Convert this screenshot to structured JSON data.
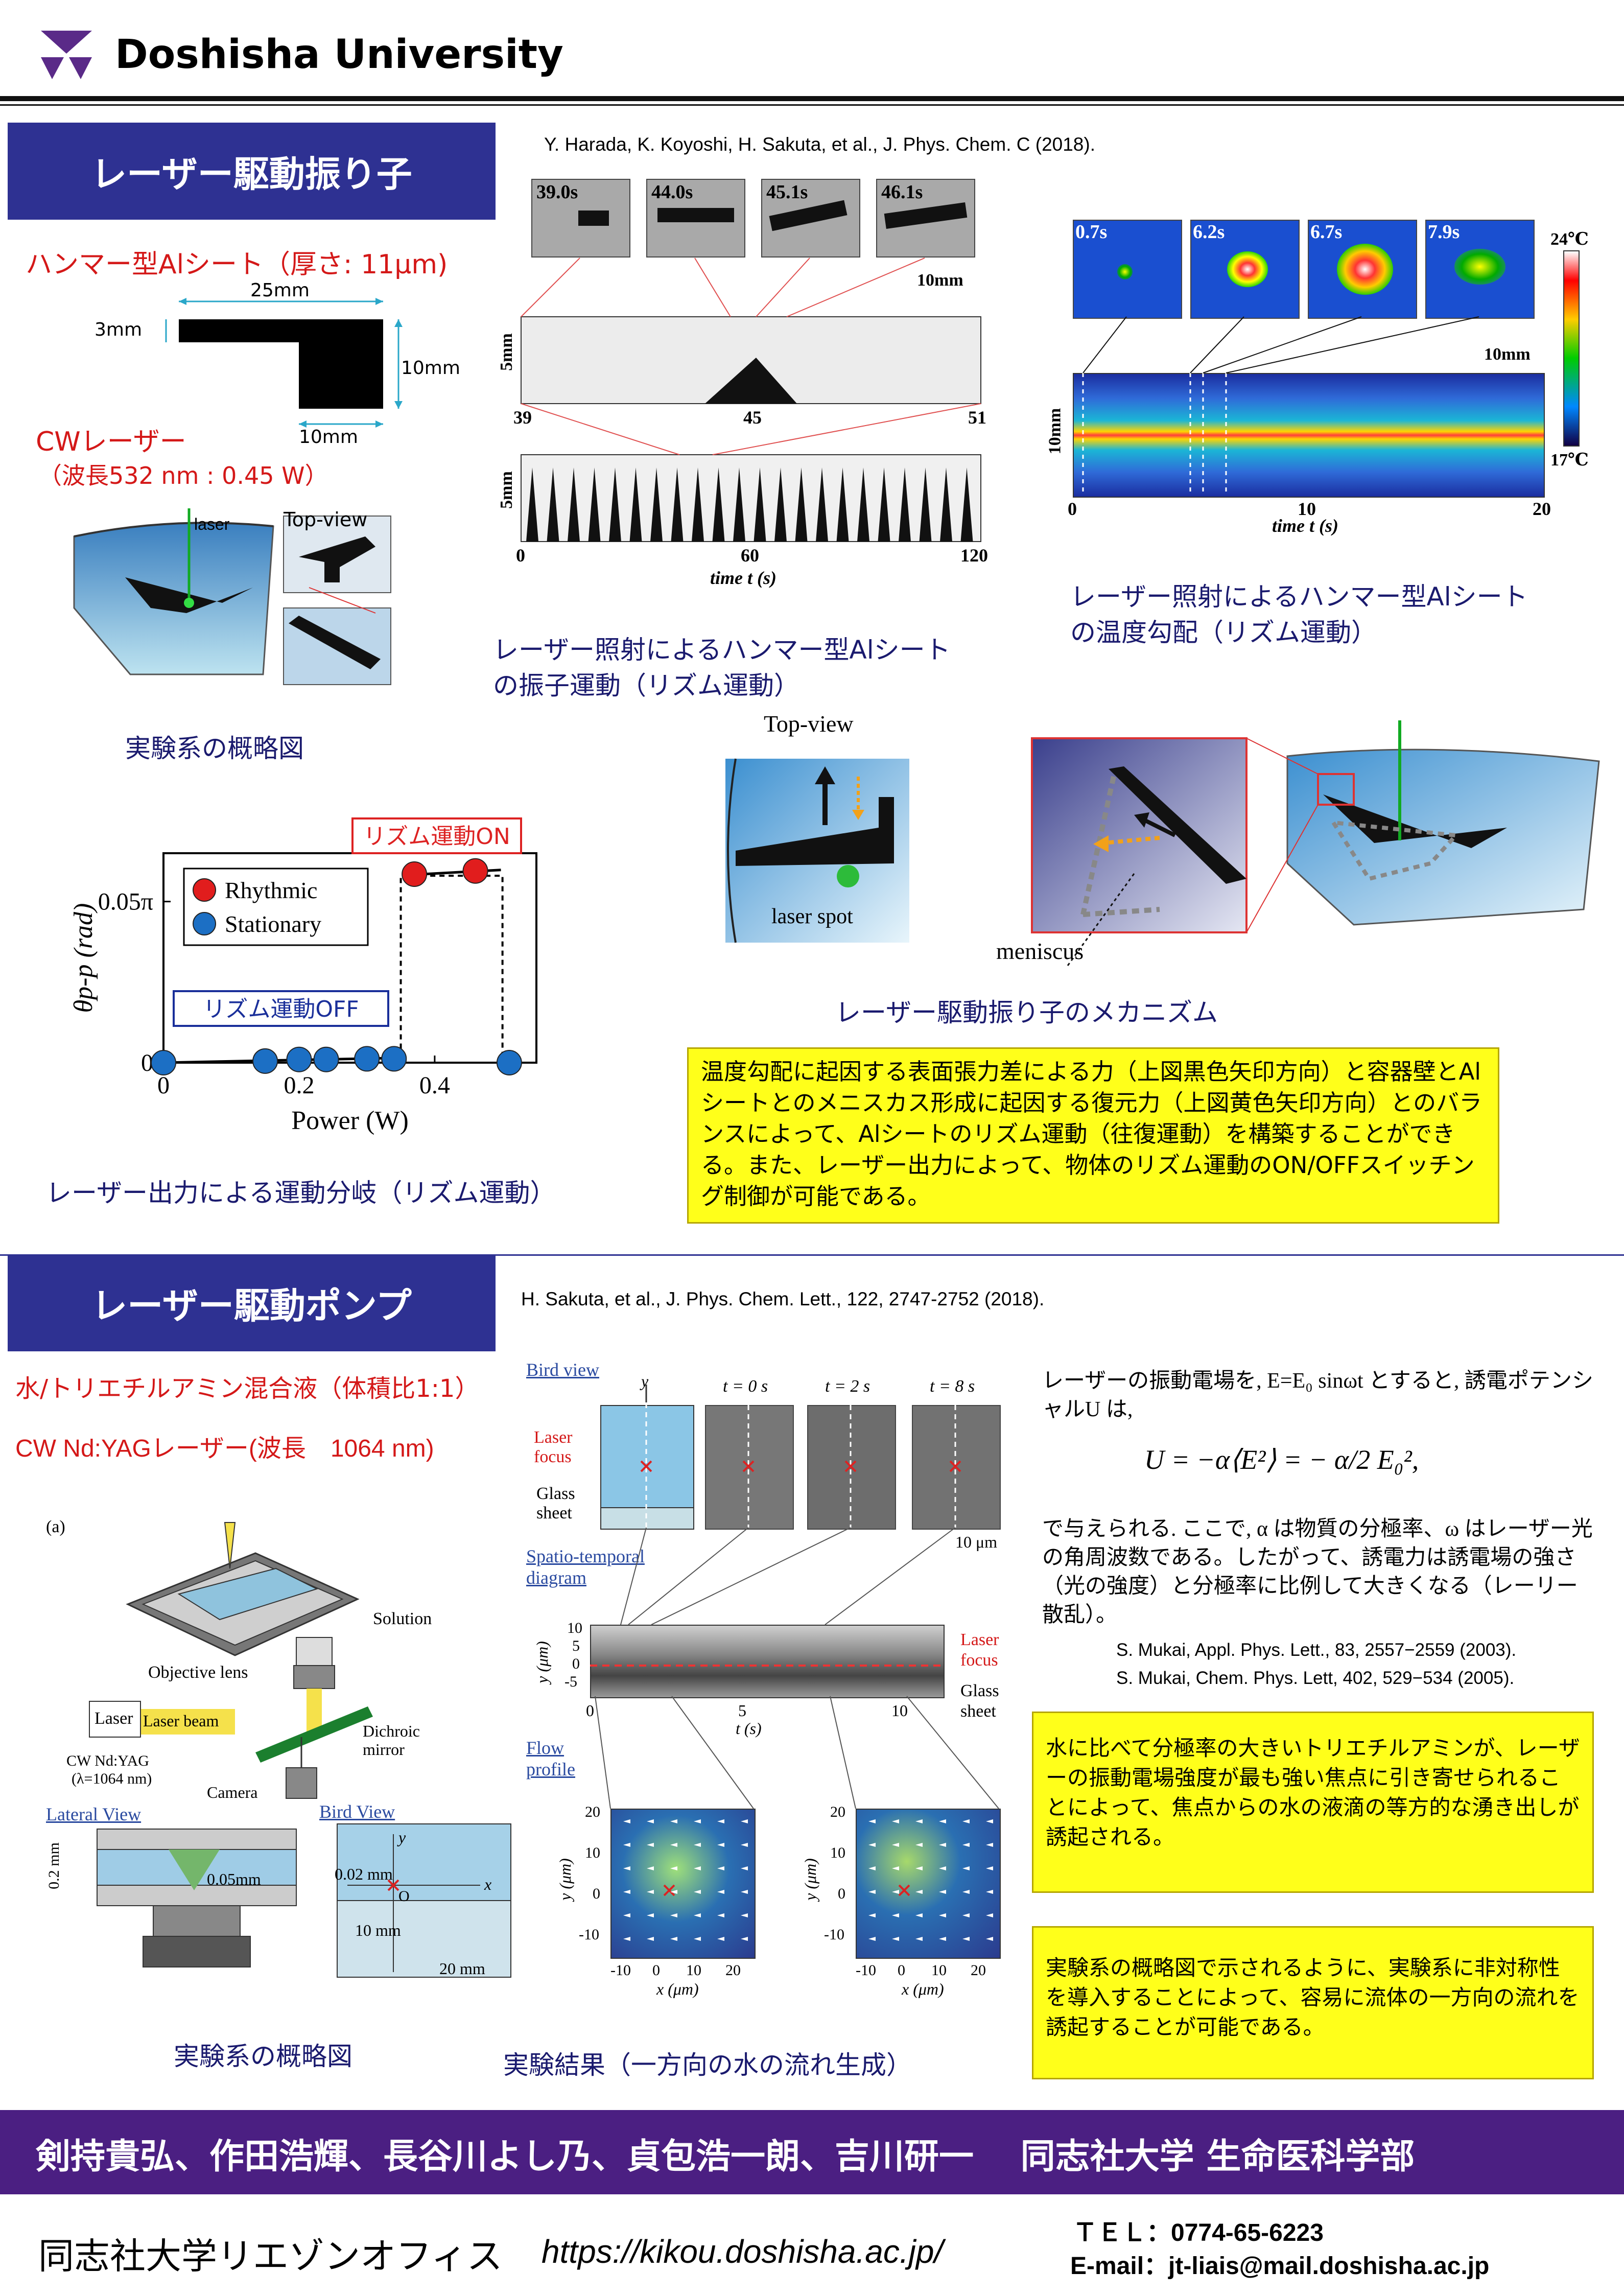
{
  "header": {
    "logo": "Doshisha University"
  },
  "section1": {
    "banner": "レーザー駆動振り子",
    "reference": "Y. Harada, K. Koyoshi, H. Sakuta, et al., J. Phys. Chem. C (2018).",
    "sheet_title": "ハンマー型Alシート（厚さ: 11μm)",
    "dim_25": "25mm",
    "dim_3": "3mm",
    "dim_10a": "10mm",
    "dim_10b": "10mm",
    "laser_title": "CWレーザー",
    "laser_spec": "（波長532 nm : 0.45 W）",
    "setup_laser": "laser",
    "setup_topview": "Top-view",
    "setup_caption": "実験系の概略図",
    "osc_times": [
      "39.0s",
      "44.0s",
      "45.1s",
      "46.1s"
    ],
    "osc_scale": "10mm",
    "osc_5mm_a": "5mm",
    "osc_5mm_b": "5mm",
    "osc_ticks_top": [
      "39",
      "45",
      "51"
    ],
    "osc_ticks_bottom": [
      "0",
      "60",
      "120"
    ],
    "osc_xlabel": "time t (s)",
    "osc_caption_1": "レーザー照射によるハンマー型Alシート",
    "osc_caption_2": "の振子運動（リズム運動）",
    "th_times": [
      "0.7s",
      "6.2s",
      "6.7s",
      "7.9s"
    ],
    "th_scale_top": "24℃",
    "th_scale_bottom": "17℃",
    "th_scale_len": "10mm",
    "th_10mm": "10mm",
    "th_ticks": [
      "0",
      "10",
      "20"
    ],
    "th_xlabel": "time t (s)",
    "th_caption_1": "レーザー照射によるハンマー型Alシート",
    "th_caption_2": "の温度勾配（リズム運動）",
    "mech_topview": "Top-view",
    "mech_laserspot": "laser spot",
    "mech_meniscus": "meniscus",
    "mech_caption": "レーザー駆動振り子のメカニズム",
    "explanation": "温度勾配に起因する表面張力差による力（上図黒色矢印方向）と容器壁とAlシートとのメニスカス形成に起因する復元力（上図黄色矢印方向）とのバランスによって、Alシートのリズム運動（往復運動）を構築することができる。また、レーザー出力によって、物体のリズム運動のON/OFFスイッチング制御が可能である。",
    "bif_caption": "レーザー出力による運動分岐（リズム運動）"
  },
  "chart_data": {
    "type": "scatter",
    "xlabel": "Power (W)",
    "ylabel": "θp-p (rad)",
    "x_ticks": [
      "0",
      "0.2",
      "0.4"
    ],
    "y_ticks": [
      "0",
      "0.05π"
    ],
    "xlim": [
      0,
      0.55
    ],
    "ylim": [
      0,
      0.065
    ],
    "legend": [
      "Rhythmic",
      "Stationary"
    ],
    "legend_position": "top-left",
    "annotation_on": "リズム運動ON",
    "annotation_off": "リズム運動OFF",
    "series": [
      {
        "name": "Rhythmic",
        "color": "#e11d1d",
        "x": [
          0.37,
          0.46
        ],
        "y": [
          0.0585,
          0.0595
        ]
      },
      {
        "name": "Stationary",
        "color": "#1c6fc4",
        "x": [
          0.0,
          0.15,
          0.2,
          0.24,
          0.3,
          0.34,
          0.51
        ],
        "y": [
          0,
          0.0005,
          0.001,
          0.001,
          0.0012,
          0.0012,
          0
        ]
      }
    ]
  },
  "section2": {
    "banner": "レーザー駆動ポンプ",
    "reference": "H. Sakuta, et al., J. Phys. Chem. Lett., 122, 2747-2752 (2018).",
    "mixture": "水/トリエチルアミン混合液（体積比1:1）",
    "laser": "CW Nd:YAGレーザー(波長　1064 nm)",
    "fig_a": "(a)",
    "solution": "Solution",
    "objective": "Objective lens",
    "laser_box": "Laser",
    "laser_beam": "Laser beam",
    "dichroic": "Dichroic mirror",
    "nd_yag": "CW Nd:YAG",
    "lambda": "(λ=1064 nm)",
    "camera": "Camera",
    "lateral_view": "Lateral View",
    "bird_view": "Bird View",
    "lv_02": "0.2 mm",
    "lv_005": "0.05mm",
    "bv_002": "0.02 mm",
    "bv_10": "10 mm",
    "bv_20": "20 mm",
    "bv_x": "x",
    "bv_y": "y",
    "bv_o": "O",
    "setup_caption": "実験系の概略図",
    "r_birdview": "Bird view",
    "r_y": "y",
    "r_laser_focus": "Laser focus",
    "r_glass_sheet": "Glass sheet",
    "r_times": [
      "t = 0 s",
      "t = 2 s",
      "t = 8 s"
    ],
    "r_scale": "10 μm",
    "r_spatio": "Spatio-temporal diagram",
    "r_st_yticks": [
      "10",
      "5",
      "0",
      "-5"
    ],
    "r_st_ylabel": "y (μm)",
    "r_st_xticks": [
      "0",
      "5",
      "10"
    ],
    "r_st_xlabel": "t (s)",
    "r_st_focus": "Laser focus",
    "r_st_glass": "Glass sheet",
    "r_flow": "Flow profile",
    "r_fp_yticks": [
      "20",
      "10",
      "0",
      "-10"
    ],
    "r_fp_xticks": [
      "-10",
      "0",
      "10",
      "20"
    ],
    "r_fp_xlabel": "x (μm)",
    "r_fp_ylabel": "y (μm)",
    "results_caption": "実験結果（一方向の水の流れ生成）",
    "theory_1": "レーザーの振動電場を, E=E₀ sinωt とすると, 誘電ポテンシャルU は,",
    "equation": "U = −α⟨E²⟩ = − α/2 E₀²,",
    "theory_2": "で与えられる. ここで, α は物質の分極率、ω はレーザー光の角周波数である。したがって、誘電力は誘電場の強さ（光の強度）と分極率に比例して大きくなる（レーリー散乱）。",
    "ref_a": "S. Mukai, Appl. Phys. Lett., 83, 2557−2559 (2003).",
    "ref_b": "S. Mukai,  Chem. Phys. Lett, 402, 529−534 (2005).",
    "box1": "水に比べて分極率の大きいトリエチルアミンが、レーザーの振動電場強度が最も強い焦点に引き寄せられることによって、焦点からの水の液滴の等方的な湧き出しが誘起される。",
    "box2": "実験系の概略図で示されるように、実験系に非対称性を導入することによって、容易に流体の一方向の流れを誘起することが可能である。"
  },
  "footer": {
    "authors": "剣持貴弘、作田浩輝、長谷川よし乃、貞包浩一朗、吉川研一　 同志社大学 生命医科学部",
    "office": "同志社大学リエゾンオフィス",
    "url": "https://kikou.doshisha.ac.jp/",
    "tel": "ＴＥＬ：0774-65-6223",
    "email": "E-mail：jt-liais@mail.doshisha.ac.jp"
  }
}
